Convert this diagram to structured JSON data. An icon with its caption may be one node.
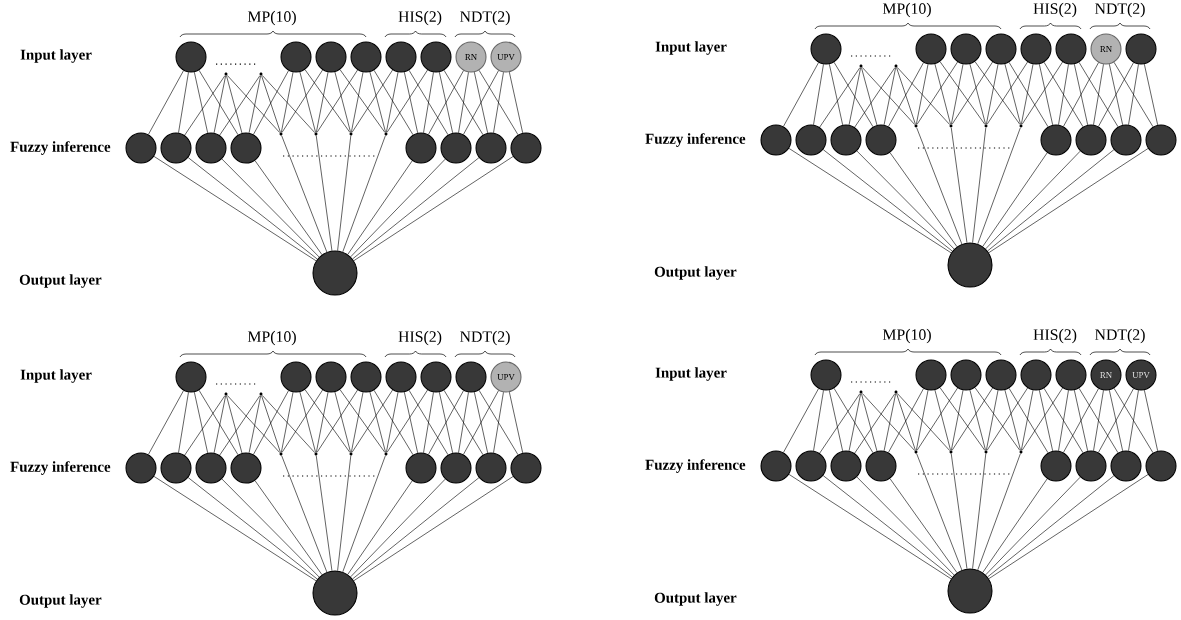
{
  "diagram": {
    "nodes": [
      {
        "text": [],
        "shape": "circle"
      },
      {
        "text": [],
        "shape": "dot"
      },
      {
        "text": [],
        "shape": "dot"
      },
      {
        "text": [],
        "shape": "circle"
      },
      {
        "text": [],
        "shape": "circle"
      },
      {
        "text": [],
        "shape": "circle"
      },
      {
        "text": [],
        "shape": "circle"
      },
      {
        "text": [],
        "shape": "circle"
      },
      {
        "text": [
          "RN"
        ]
      },
      {
        "text": [
          "UPV"
        ]
      },
      {
        "text": [],
        "shape": "circle"
      },
      {
        "text": [],
        "shape": "circle"
      },
      {
        "text": [],
        "shape": "circle"
      },
      {
        "text": [],
        "shape": "circle"
      },
      {
        "text": [],
        "shape": "dot"
      },
      {
        "text": [],
        "shape": "dot"
      },
      {
        "text": [],
        "shape": "dot"
      },
      {
        "text": [],
        "shape": "dot"
      },
      {
        "text": [],
        "shape": "circle"
      },
      {
        "text": [],
        "shape": "circle"
      },
      {
        "text": [],
        "shape": "circle"
      },
      {
        "text": [],
        "shape": "circle"
      },
      {
        "text": [],
        "shape": "circle"
      },
      {
        "text": [],
        "shape": "circle"
      },
      {
        "text": [],
        "shape": "dot"
      },
      {
        "text": [],
        "shape": "dot"
      },
      {
        "text": [],
        "shape": "circle"
      },
      {
        "text": [],
        "shape": "circle"
      },
      {
        "text": [],
        "shape": "circle"
      },
      {
        "text": [],
        "shape": "circle"
      },
      {
        "text": [],
        "shape": "circle"
      },
      {
        "text": [
          "RN"
        ]
      },
      {
        "text": [],
        "shape": "circle"
      },
      {
        "text": [],
        "shape": "circle"
      },
      {
        "text": [],
        "shape": "circle"
      },
      {
        "text": [],
        "shape": "circle"
      },
      {
        "text": [],
        "shape": "circle"
      },
      {
        "text": [],
        "shape": "dot"
      },
      {
        "text": [],
        "shape": "dot"
      },
      {
        "text": [],
        "shape": "dot"
      },
      {
        "text": [],
        "shape": "dot"
      },
      {
        "text": [],
        "shape": "circle"
      },
      {
        "text": [],
        "shape": "circle"
      },
      {
        "text": [],
        "shape": "circle"
      },
      {
        "text": [],
        "shape": "circle"
      },
      {
        "text": [],
        "shape": "circle"
      },
      {
        "text": [],
        "shape": "circle"
      },
      {
        "text": [],
        "shape": "dot"
      },
      {
        "text": [],
        "shape": "dot"
      },
      {
        "text": [],
        "shape": "circle"
      },
      {
        "text": [],
        "shape": "circle"
      },
      {
        "text": [],
        "shape": "circle"
      },
      {
        "text": [],
        "shape": "circle"
      },
      {
        "text": [],
        "shape": "circle"
      },
      {
        "text": [],
        "shape": "circle"
      },
      {
        "text": [
          "UPV"
        ]
      },
      {
        "text": [],
        "shape": "circle"
      },
      {
        "text": [],
        "shape": "circle"
      },
      {
        "text": [],
        "shape": "circle"
      },
      {
        "text": [],
        "shape": "circle"
      },
      {
        "text": [],
        "shape": "dot"
      },
      {
        "text": [],
        "shape": "dot"
      },
      {
        "text": [],
        "shape": "dot"
      },
      {
        "text": [],
        "shape": "dot"
      },
      {
        "text": [],
        "shape": "circle"
      },
      {
        "text": [],
        "shape": "circle"
      },
      {
        "text": [],
        "shape": "circle"
      },
      {
        "text": [],
        "shape": "circle"
      },
      {
        "text": [],
        "shape": "circle"
      },
      {
        "text": [],
        "shape": "circle"
      },
      {
        "text": [],
        "shape": "dot"
      },
      {
        "text": [],
        "shape": "dot"
      },
      {
        "text": [],
        "shape": "circle"
      },
      {
        "text": [],
        "shape": "circle"
      },
      {
        "text": [],
        "shape": "circle"
      },
      {
        "text": [],
        "shape": "circle"
      },
      {
        "text": [],
        "shape": "circle"
      },
      {
        "text": [
          "RN"
        ]
      },
      {
        "text": [
          "UPV"
        ]
      },
      {
        "text": [],
        "shape": "circle"
      },
      {
        "text": [],
        "shape": "circle"
      },
      {
        "text": [],
        "shape": "circle"
      },
      {
        "text": [],
        "shape": "circle"
      },
      {
        "text": [],
        "shape": "dot"
      },
      {
        "text": [],
        "shape": "dot"
      },
      {
        "text": [],
        "shape": "dot"
      },
      {
        "text": [],
        "shape": "dot"
      },
      {
        "text": [],
        "shape": "circle"
      },
      {
        "text": [],
        "shape": "circle"
      },
      {
        "text": [],
        "shape": "circle"
      },
      {
        "text": [],
        "shape": "circle"
      },
      {
        "text": [],
        "shape": "circle"
      }
    ],
    "edges": [
      {
        "from": 0,
        "to": 10,
        "arrow": "none"
      },
      {
        "from": 0,
        "to": 11,
        "arrow": "none"
      },
      {
        "from": 0,
        "to": 12,
        "arrow": "none"
      },
      {
        "from": 0,
        "to": 13,
        "arrow": "none"
      },
      {
        "from": 1,
        "to": 11,
        "arrow": "none"
      },
      {
        "from": 1,
        "to": 12,
        "arrow": "none"
      },
      {
        "from": 1,
        "to": 13,
        "arrow": "none"
      },
      {
        "from": 1,
        "to": 14,
        "arrow": "none"
      },
      {
        "from": 2,
        "to": 12,
        "arrow": "none"
      },
      {
        "from": 2,
        "to": 13,
        "arrow": "none"
      },
      {
        "from": 2,
        "to": 14,
        "arrow": "none"
      },
      {
        "from": 2,
        "to": 15,
        "arrow": "none"
      },
      {
        "from": 3,
        "to": 13,
        "arrow": "none"
      },
      {
        "from": 3,
        "to": 14,
        "arrow": "none"
      },
      {
        "from": 3,
        "to": 15,
        "arrow": "none"
      },
      {
        "from": 3,
        "to": 16,
        "arrow": "none"
      },
      {
        "from": 4,
        "to": 14,
        "arrow": "none"
      },
      {
        "from": 4,
        "to": 15,
        "arrow": "none"
      },
      {
        "from": 4,
        "to": 16,
        "arrow": "none"
      },
      {
        "from": 4,
        "to": 17,
        "arrow": "none"
      },
      {
        "from": 5,
        "to": 15,
        "arrow": "none"
      },
      {
        "from": 5,
        "to": 16,
        "arrow": "none"
      },
      {
        "from": 5,
        "to": 17,
        "arrow": "none"
      },
      {
        "from": 5,
        "to": 18,
        "arrow": "none"
      },
      {
        "from": 6,
        "to": 16,
        "arrow": "none"
      },
      {
        "from": 6,
        "to": 17,
        "arrow": "none"
      },
      {
        "from": 6,
        "to": 18,
        "arrow": "none"
      },
      {
        "from": 6,
        "to": 19,
        "arrow": "none"
      },
      {
        "from": 7,
        "to": 17,
        "arrow": "none"
      },
      {
        "from": 7,
        "to": 18,
        "arrow": "none"
      },
      {
        "from": 7,
        "to": 19,
        "arrow": "none"
      },
      {
        "from": 7,
        "to": 20,
        "arrow": "none"
      },
      {
        "from": 8,
        "to": 18,
        "arrow": "none"
      },
      {
        "from": 8,
        "to": 19,
        "arrow": "none"
      },
      {
        "from": 8,
        "to": 20,
        "arrow": "none"
      },
      {
        "from": 8,
        "to": 21,
        "arrow": "none"
      },
      {
        "from": 9,
        "to": 19,
        "arrow": "none"
      },
      {
        "from": 9,
        "to": 20,
        "arrow": "none"
      },
      {
        "from": 9,
        "to": 21,
        "arrow": "none"
      },
      {
        "from": 10,
        "to": 22,
        "arrow": "none"
      },
      {
        "from": 11,
        "to": 22,
        "arrow": "none"
      },
      {
        "from": 12,
        "to": 22,
        "arrow": "none"
      },
      {
        "from": 13,
        "to": 22,
        "arrow": "none"
      },
      {
        "from": 14,
        "to": 22,
        "arrow": "none"
      },
      {
        "from": 15,
        "to": 22,
        "arrow": "none"
      },
      {
        "from": 16,
        "to": 22,
        "arrow": "none"
      },
      {
        "from": 17,
        "to": 22,
        "arrow": "none"
      },
      {
        "from": 18,
        "to": 22,
        "arrow": "none"
      },
      {
        "from": 19,
        "to": 22,
        "arrow": "none"
      },
      {
        "from": 20,
        "to": 22,
        "arrow": "none"
      },
      {
        "from": 21,
        "to": 22,
        "arrow": "none"
      },
      {
        "from": 23,
        "to": 33,
        "arrow": "none"
      },
      {
        "from": 23,
        "to": 34,
        "arrow": "none"
      },
      {
        "from": 23,
        "to": 35,
        "arrow": "none"
      },
      {
        "from": 23,
        "to": 36,
        "arrow": "none"
      },
      {
        "from": 24,
        "to": 34,
        "arrow": "none"
      },
      {
        "from": 24,
        "to": 35,
        "arrow": "none"
      },
      {
        "from": 24,
        "to": 36,
        "arrow": "none"
      },
      {
        "from": 24,
        "to": 37,
        "arrow": "none"
      },
      {
        "from": 25,
        "to": 35,
        "arrow": "none"
      },
      {
        "from": 25,
        "to": 36,
        "arrow": "none"
      },
      {
        "from": 25,
        "to": 37,
        "arrow": "none"
      },
      {
        "from": 25,
        "to": 38,
        "arrow": "none"
      },
      {
        "from": 26,
        "to": 36,
        "arrow": "none"
      },
      {
        "from": 26,
        "to": 37,
        "arrow": "none"
      },
      {
        "from": 26,
        "to": 38,
        "arrow": "none"
      },
      {
        "from": 26,
        "to": 39,
        "arrow": "none"
      },
      {
        "from": 27,
        "to": 37,
        "arrow": "none"
      },
      {
        "from": 27,
        "to": 38,
        "arrow": "none"
      },
      {
        "from": 27,
        "to": 39,
        "arrow": "none"
      },
      {
        "from": 27,
        "to": 40,
        "arrow": "none"
      },
      {
        "from": 28,
        "to": 38,
        "arrow": "none"
      },
      {
        "from": 28,
        "to": 39,
        "arrow": "none"
      },
      {
        "from": 28,
        "to": 40,
        "arrow": "none"
      },
      {
        "from": 28,
        "to": 41,
        "arrow": "none"
      },
      {
        "from": 29,
        "to": 39,
        "arrow": "none"
      },
      {
        "from": 29,
        "to": 40,
        "arrow": "none"
      },
      {
        "from": 29,
        "to": 41,
        "arrow": "none"
      },
      {
        "from": 29,
        "to": 42,
        "arrow": "none"
      },
      {
        "from": 30,
        "to": 40,
        "arrow": "none"
      },
      {
        "from": 30,
        "to": 41,
        "arrow": "none"
      },
      {
        "from": 30,
        "to": 42,
        "arrow": "none"
      },
      {
        "from": 30,
        "to": 43,
        "arrow": "none"
      },
      {
        "from": 31,
        "to": 41,
        "arrow": "none"
      },
      {
        "from": 31,
        "to": 42,
        "arrow": "none"
      },
      {
        "from": 31,
        "to": 43,
        "arrow": "none"
      },
      {
        "from": 31,
        "to": 44,
        "arrow": "none"
      },
      {
        "from": 32,
        "to": 42,
        "arrow": "none"
      },
      {
        "from": 32,
        "to": 43,
        "arrow": "none"
      },
      {
        "from": 32,
        "to": 44,
        "arrow": "none"
      },
      {
        "from": 33,
        "to": 45,
        "arrow": "none"
      },
      {
        "from": 34,
        "to": 45,
        "arrow": "none"
      },
      {
        "from": 35,
        "to": 45,
        "arrow": "none"
      },
      {
        "from": 36,
        "to": 45,
        "arrow": "none"
      },
      {
        "from": 37,
        "to": 45,
        "arrow": "none"
      },
      {
        "from": 38,
        "to": 45,
        "arrow": "none"
      },
      {
        "from": 39,
        "to": 45,
        "arrow": "none"
      },
      {
        "from": 40,
        "to": 45,
        "arrow": "none"
      },
      {
        "from": 41,
        "to": 45,
        "arrow": "none"
      },
      {
        "from": 42,
        "to": 45,
        "arrow": "none"
      },
      {
        "from": 43,
        "to": 45,
        "arrow": "none"
      },
      {
        "from": 44,
        "to": 45,
        "arrow": "none"
      },
      {
        "from": 46,
        "to": 56,
        "arrow": "none"
      },
      {
        "from": 46,
        "to": 57,
        "arrow": "none"
      },
      {
        "from": 46,
        "to": 58,
        "arrow": "none"
      },
      {
        "from": 46,
        "to": 59,
        "arrow": "none"
      },
      {
        "from": 47,
        "to": 57,
        "arrow": "none"
      },
      {
        "from": 47,
        "to": 58,
        "arrow": "none"
      },
      {
        "from": 47,
        "to": 59,
        "arrow": "none"
      },
      {
        "from": 47,
        "to": 60,
        "arrow": "none"
      },
      {
        "from": 48,
        "to": 58,
        "arrow": "none"
      },
      {
        "from": 48,
        "to": 59,
        "arrow": "none"
      },
      {
        "from": 48,
        "to": 60,
        "arrow": "none"
      },
      {
        "from": 48,
        "to": 61,
        "arrow": "none"
      },
      {
        "from": 49,
        "to": 59,
        "arrow": "none"
      },
      {
        "from": 49,
        "to": 60,
        "arrow": "none"
      },
      {
        "from": 49,
        "to": 61,
        "arrow": "none"
      },
      {
        "from": 49,
        "to": 62,
        "arrow": "none"
      },
      {
        "from": 50,
        "to": 60,
        "arrow": "none"
      },
      {
        "from": 50,
        "to": 61,
        "arrow": "none"
      },
      {
        "from": 50,
        "to": 62,
        "arrow": "none"
      },
      {
        "from": 50,
        "to": 63,
        "arrow": "none"
      },
      {
        "from": 51,
        "to": 61,
        "arrow": "none"
      },
      {
        "from": 51,
        "to": 62,
        "arrow": "none"
      },
      {
        "from": 51,
        "to": 63,
        "arrow": "none"
      },
      {
        "from": 51,
        "to": 64,
        "arrow": "none"
      },
      {
        "from": 52,
        "to": 62,
        "arrow": "none"
      },
      {
        "from": 52,
        "to": 63,
        "arrow": "none"
      },
      {
        "from": 52,
        "to": 64,
        "arrow": "none"
      },
      {
        "from": 52,
        "to": 65,
        "arrow": "none"
      },
      {
        "from": 53,
        "to": 63,
        "arrow": "none"
      },
      {
        "from": 53,
        "to": 64,
        "arrow": "none"
      },
      {
        "from": 53,
        "to": 65,
        "arrow": "none"
      },
      {
        "from": 53,
        "to": 66,
        "arrow": "none"
      },
      {
        "from": 54,
        "to": 64,
        "arrow": "none"
      },
      {
        "from": 54,
        "to": 65,
        "arrow": "none"
      },
      {
        "from": 54,
        "to": 66,
        "arrow": "none"
      },
      {
        "from": 54,
        "to": 67,
        "arrow": "none"
      },
      {
        "from": 55,
        "to": 65,
        "arrow": "none"
      },
      {
        "from": 55,
        "to": 66,
        "arrow": "none"
      },
      {
        "from": 55,
        "to": 67,
        "arrow": "none"
      },
      {
        "from": 56,
        "to": 68,
        "arrow": "none"
      },
      {
        "from": 57,
        "to": 68,
        "arrow": "none"
      },
      {
        "from": 58,
        "to": 68,
        "arrow": "none"
      },
      {
        "from": 59,
        "to": 68,
        "arrow": "none"
      },
      {
        "from": 60,
        "to": 68,
        "arrow": "none"
      },
      {
        "from": 61,
        "to": 68,
        "arrow": "none"
      },
      {
        "from": 62,
        "to": 68,
        "arrow": "none"
      },
      {
        "from": 63,
        "to": 68,
        "arrow": "none"
      },
      {
        "from": 64,
        "to": 68,
        "arrow": "none"
      },
      {
        "from": 65,
        "to": 68,
        "arrow": "none"
      },
      {
        "from": 66,
        "to": 68,
        "arrow": "none"
      },
      {
        "from": 67,
        "to": 68,
        "arrow": "none"
      },
      {
        "from": 69,
        "to": 79,
        "arrow": "none"
      },
      {
        "from": 69,
        "to": 80,
        "arrow": "none"
      },
      {
        "from": 69,
        "to": 81,
        "arrow": "none"
      },
      {
        "from": 69,
        "to": 82,
        "arrow": "none"
      },
      {
        "from": 70,
        "to": 80,
        "arrow": "none"
      },
      {
        "from": 70,
        "to": 81,
        "arrow": "none"
      },
      {
        "from": 70,
        "to": 82,
        "arrow": "none"
      },
      {
        "from": 70,
        "to": 83,
        "arrow": "none"
      },
      {
        "from": 71,
        "to": 81,
        "arrow": "none"
      },
      {
        "from": 71,
        "to": 82,
        "arrow": "none"
      },
      {
        "from": 71,
        "to": 83,
        "arrow": "none"
      },
      {
        "from": 71,
        "to": 84,
        "arrow": "none"
      },
      {
        "from": 72,
        "to": 82,
        "arrow": "none"
      },
      {
        "from": 72,
        "to": 83,
        "arrow": "none"
      },
      {
        "from": 72,
        "to": 84,
        "arrow": "none"
      },
      {
        "from": 72,
        "to": 85,
        "arrow": "none"
      },
      {
        "from": 73,
        "to": 83,
        "arrow": "none"
      },
      {
        "from": 73,
        "to": 84,
        "arrow": "none"
      },
      {
        "from": 73,
        "to": 85,
        "arrow": "none"
      },
      {
        "from": 73,
        "to": 86,
        "arrow": "none"
      },
      {
        "from": 74,
        "to": 84,
        "arrow": "none"
      },
      {
        "from": 74,
        "to": 85,
        "arrow": "none"
      },
      {
        "from": 74,
        "to": 86,
        "arrow": "none"
      },
      {
        "from": 74,
        "to": 87,
        "arrow": "none"
      },
      {
        "from": 75,
        "to": 85,
        "arrow": "none"
      },
      {
        "from": 75,
        "to": 86,
        "arrow": "none"
      },
      {
        "from": 75,
        "to": 87,
        "arrow": "none"
      },
      {
        "from": 75,
        "to": 88,
        "arrow": "none"
      },
      {
        "from": 76,
        "to": 86,
        "arrow": "none"
      },
      {
        "from": 76,
        "to": 87,
        "arrow": "none"
      },
      {
        "from": 76,
        "to": 88,
        "arrow": "none"
      },
      {
        "from": 76,
        "to": 89,
        "arrow": "none"
      },
      {
        "from": 77,
        "to": 87,
        "arrow": "none"
      },
      {
        "from": 77,
        "to": 88,
        "arrow": "none"
      },
      {
        "from": 77,
        "to": 89,
        "arrow": "none"
      },
      {
        "from": 77,
        "to": 90,
        "arrow": "none"
      },
      {
        "from": 78,
        "to": 88,
        "arrow": "none"
      },
      {
        "from": 78,
        "to": 89,
        "arrow": "none"
      },
      {
        "from": 78,
        "to": 90,
        "arrow": "none"
      },
      {
        "from": 79,
        "to": 91,
        "arrow": "none"
      },
      {
        "from": 80,
        "to": 91,
        "arrow": "none"
      },
      {
        "from": 81,
        "to": 91,
        "arrow": "none"
      },
      {
        "from": 82,
        "to": 91,
        "arrow": "none"
      },
      {
        "from": 83,
        "to": 91,
        "arrow": "none"
      },
      {
        "from": 84,
        "to": 91,
        "arrow": "none"
      },
      {
        "from": 85,
        "to": 91,
        "arrow": "none"
      },
      {
        "from": 86,
        "to": 91,
        "arrow": "none"
      },
      {
        "from": 87,
        "to": 91,
        "arrow": "none"
      },
      {
        "from": 88,
        "to": 91,
        "arrow": "none"
      },
      {
        "from": 89,
        "to": 91,
        "arrow": "none"
      },
      {
        "from": 90,
        "to": 91,
        "arrow": "none"
      }
    ],
    "labels": [
      "MP(10)",
      "HIS(2)",
      "NDT(2)",
      "Input layer",
      "Fuzzy inference",
      "Output layer",
      "MP(10)",
      "HIS(2)",
      "NDT(2)",
      "Input layer",
      "Fuzzy inference",
      "Output layer",
      "MP(10)",
      "HIS(2)",
      "NDT(2)",
      "Input layer",
      "Fuzzy inference",
      "Output layer",
      "MP(10)",
      "HIS(2)",
      "NDT(2)",
      "Input layer",
      "Fuzzy inference",
      "Output layer"
    ]
  }
}
